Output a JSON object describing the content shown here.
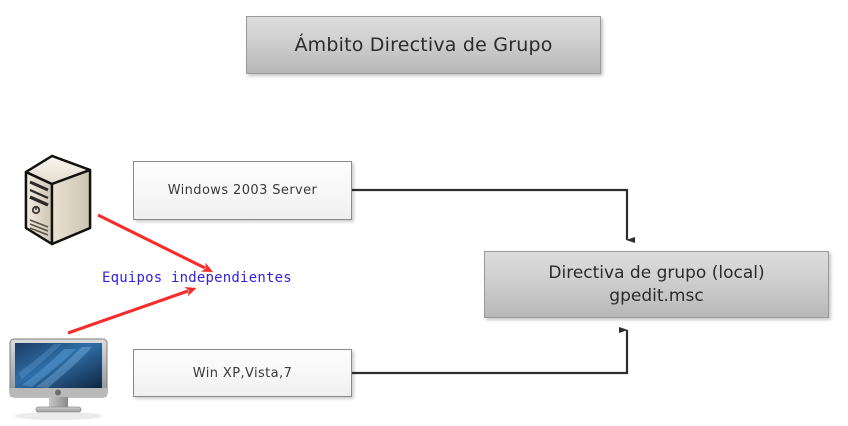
{
  "diagram": {
    "title": "Ámbito Directiva de Grupo",
    "nodes": {
      "server_box": {
        "label": "Windows 2003 Server",
        "icon": "tower-server-icon"
      },
      "client_box": {
        "label": "Win XP,Vista,7",
        "icon": "imac-display-icon"
      },
      "target_box": {
        "line1": "Directiva de grupo (local)",
        "line2": "gpedit.msc"
      }
    },
    "annotation": {
      "text": "Equipos independientes",
      "text_color": "#3322dd",
      "arrow_color": "#f42d2d"
    },
    "connector_color": "#333333",
    "box_fill_gray_top": "#dcdcdc",
    "box_fill_gray_bottom": "#b7b7b7",
    "box_fill_white": "#fdfdfd",
    "background": "#ffffff"
  }
}
